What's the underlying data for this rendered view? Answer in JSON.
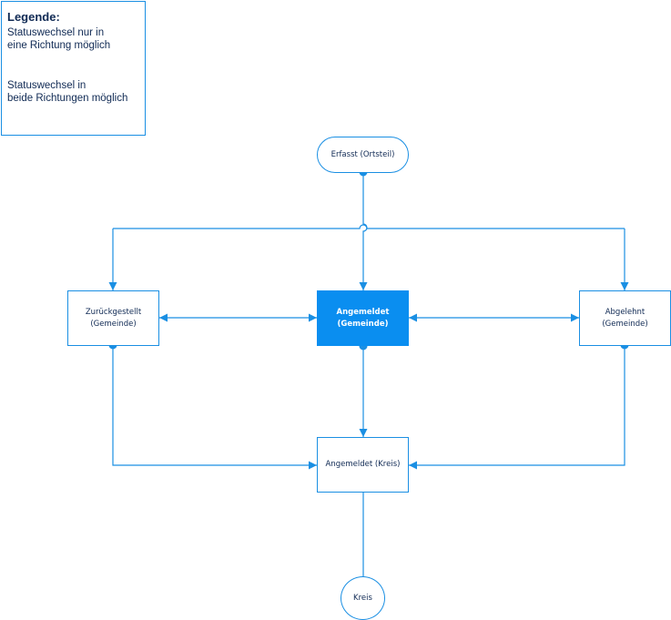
{
  "legend": {
    "title": "Legende:",
    "one_way_line1": "Statuswechsel nur in",
    "one_way_line2": "eine Richtung möglich",
    "two_way_line1": "Statuswechsel in",
    "two_way_line2": "beide Richtungen möglich"
  },
  "nodes": {
    "erfasst": "Erfasst (Ortsteil)",
    "zurueckgestellt_line1": "Zurückgestellt",
    "zurueckgestellt_line2": "(Gemeinde)",
    "angemeldet_gemeinde_line1": "Angemeldet",
    "angemeldet_gemeinde_line2": "(Gemeinde)",
    "abgelehnt_line1": "Abgelehnt",
    "abgelehnt_line2": "(Gemeinde)",
    "angemeldet_kreis": "Angemeldet (Kreis)",
    "kreis": "Kreis"
  },
  "colors": {
    "accent": "#1a8fe3",
    "active_fill": "#0a8ef0",
    "text": "#102a54"
  }
}
